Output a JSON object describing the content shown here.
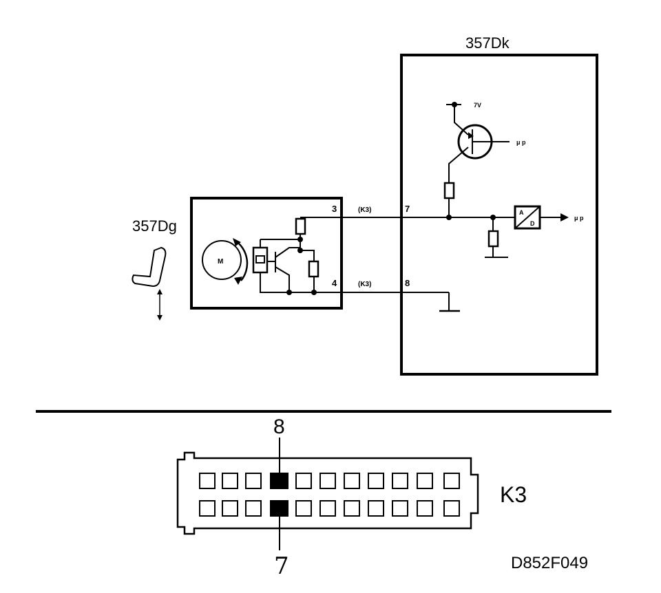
{
  "module_right": {
    "label": "357Dk",
    "supply": "7V",
    "up_top": "μ p",
    "up_right": "μ p",
    "ad_a": "A",
    "ad_d": "D"
  },
  "module_left": {
    "label": "357Dg",
    "motor": "M"
  },
  "wires": [
    {
      "pin_left": "3",
      "connector": "(K3)",
      "pin_right": "7"
    },
    {
      "pin_left": "4",
      "connector": "(K3)",
      "pin_right": "8"
    }
  ],
  "connector": {
    "label": "K3",
    "pin_top": "8",
    "pin_bottom": "7"
  },
  "figure_code": "D852F049"
}
